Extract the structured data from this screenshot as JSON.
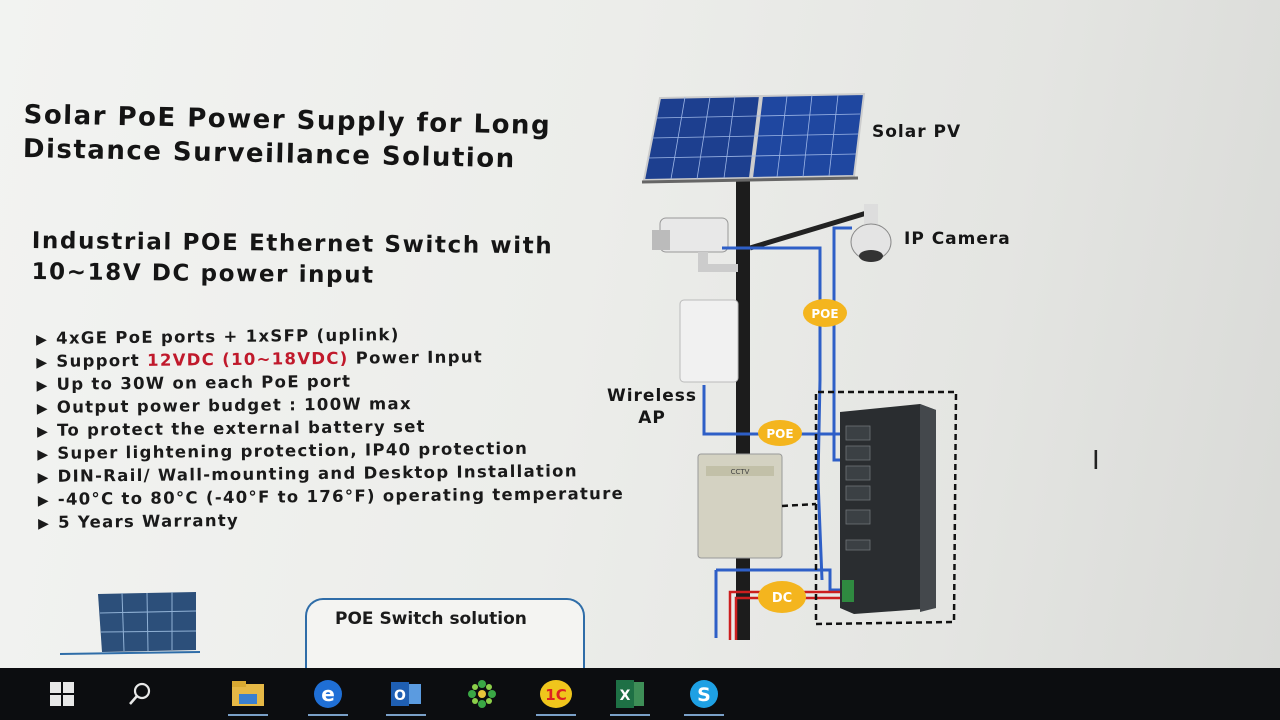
{
  "slide": {
    "title_line1": "Solar PoE Power Supply for Long",
    "title_line2": "Distance Surveillance Solution",
    "subtitle_line1": "Industrial POE Ethernet Switch with",
    "subtitle_line2": "10~18V DC power input",
    "features": [
      "4xGE PoE ports + 1xSFP (uplink)",
      "Up to 30W on each PoE port",
      "Output power budget : 100W max",
      "To protect the external battery set",
      "Super lightening protection, IP40 protection",
      "DIN-Rail/ Wall-mounting and Desktop Installation",
      "-40°C to 80°C (-40°F to 176°F) operating temperature",
      "5 Years Warranty"
    ],
    "feature_support_prefix": "Support",
    "feature_support_highlight": "12VDC (10~18VDC)",
    "feature_support_suffix": "Power Input",
    "bullet_glyph": "▶",
    "highlight_color": "#c0192b",
    "tab_label": "POE Switch solution"
  },
  "diagram": {
    "solar_label": "Solar PV",
    "camera_label": "IP Camera",
    "wireless_label_line1": "Wireless",
    "wireless_label_line2": "AP",
    "poe_badge": "POE",
    "dc_badge": "DC",
    "box_label": "CCTV",
    "badge_color": "#f4b51e",
    "cable_color": "#2e5fc7"
  },
  "taskbar": {
    "items": [
      {
        "name": "windows-start-icon"
      },
      {
        "name": "search-icon"
      },
      {
        "name": "file-explorer-icon"
      },
      {
        "name": "edge-icon"
      },
      {
        "name": "outlook-icon"
      },
      {
        "name": "green-app-icon"
      },
      {
        "name": "1c-icon"
      },
      {
        "name": "excel-icon"
      },
      {
        "name": "skype-icon"
      }
    ]
  }
}
